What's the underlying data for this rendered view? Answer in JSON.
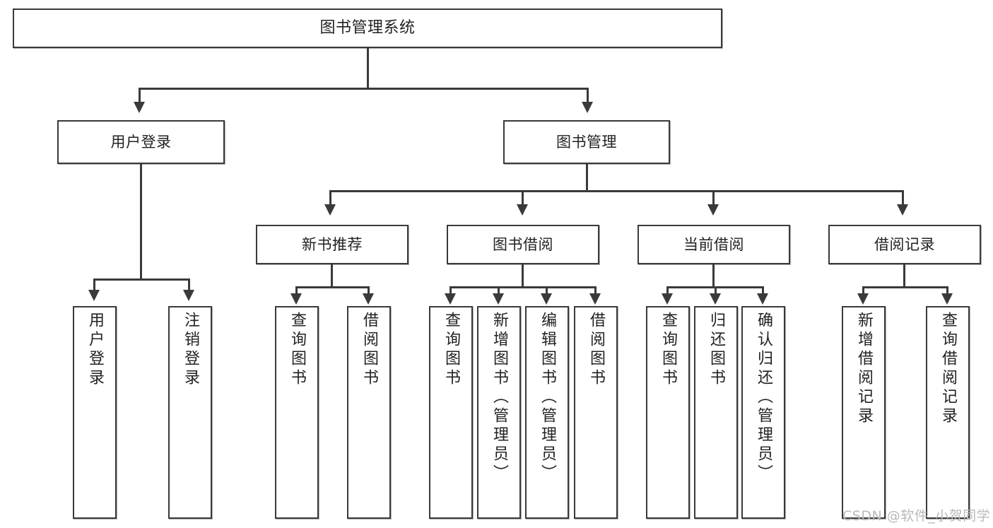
{
  "diagram": {
    "title": "图书管理系统",
    "type": "tree-hierarchy-diagram",
    "root": {
      "label": "图书管理系统"
    },
    "level1": [
      {
        "label": "用户登录"
      },
      {
        "label": "图书管理"
      }
    ],
    "level2": [
      {
        "label": "新书推荐"
      },
      {
        "label": "图书借阅"
      },
      {
        "label": "当前借阅"
      },
      {
        "label": "借阅记录"
      }
    ],
    "leaves": {
      "user_login": [
        {
          "label": "用户登录"
        },
        {
          "label": "注销登录"
        }
      ],
      "new_book_recommend": [
        {
          "label": "查询图书"
        },
        {
          "label": "借阅图书"
        }
      ],
      "book_borrow": [
        {
          "label": "查询图书"
        },
        {
          "label": "新增图书（管理员）"
        },
        {
          "label": "编辑图书（管理员）"
        },
        {
          "label": "借阅图书"
        }
      ],
      "current_borrow": [
        {
          "label": "查询图书"
        },
        {
          "label": "归还图书"
        },
        {
          "label": "确认归还（管理员）"
        }
      ],
      "borrow_record": [
        {
          "label": "新增借阅记录"
        },
        {
          "label": "查询借阅记录"
        }
      ]
    }
  },
  "watermark": {
    "text": "CSDN @软件_小贺同学"
  },
  "colors": {
    "border": "#3a3a3a",
    "text": "#222222",
    "background": "#ffffff",
    "watermark": "#b9b9b9"
  }
}
